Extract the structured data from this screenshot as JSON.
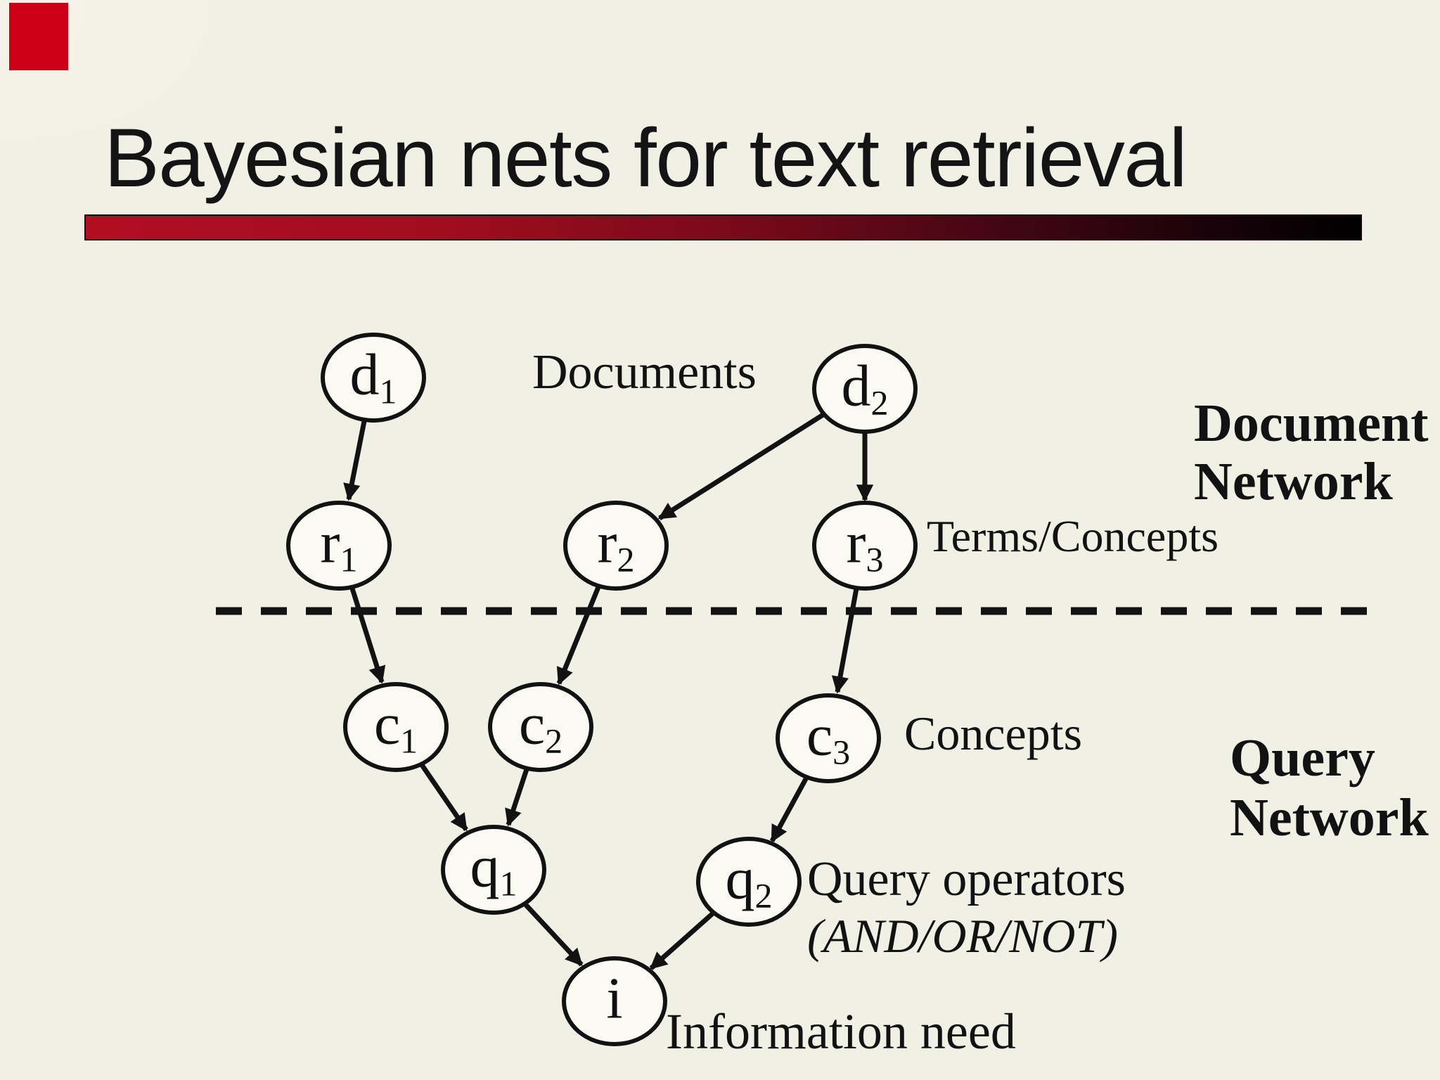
{
  "slide": {
    "title": "Bayesian nets for text retrieval",
    "background_color": "#f1f0e5",
    "ink_color": "#121212",
    "corner_square_color": "#cc0018",
    "underline_bar_gradient_start": "#b20e22",
    "underline_bar_gradient_end": "#000000"
  },
  "diagram": {
    "nodes": {
      "d1": {
        "base": "d",
        "sub": "1"
      },
      "d2": {
        "base": "d",
        "sub": "2"
      },
      "r1": {
        "base": "r",
        "sub": "1"
      },
      "r2": {
        "base": "r",
        "sub": "2"
      },
      "r3": {
        "base": "r",
        "sub": "3"
      },
      "c1": {
        "base": "c",
        "sub": "1"
      },
      "c2": {
        "base": "c",
        "sub": "2"
      },
      "c3": {
        "base": "c",
        "sub": "3"
      },
      "q1": {
        "base": "q",
        "sub": "1"
      },
      "q2": {
        "base": "q",
        "sub": "2"
      },
      "i": {
        "base": "i",
        "sub": ""
      }
    },
    "edges": [
      [
        "d1",
        "r1"
      ],
      [
        "d2",
        "r2"
      ],
      [
        "d2",
        "r3"
      ],
      [
        "r1",
        "c1"
      ],
      [
        "r2",
        "c2"
      ],
      [
        "r3",
        "c3"
      ],
      [
        "c1",
        "q1"
      ],
      [
        "c2",
        "q1"
      ],
      [
        "c3",
        "q2"
      ],
      [
        "q1",
        "i"
      ],
      [
        "q2",
        "i"
      ]
    ],
    "labels": {
      "documents": "Documents",
      "document_network_line1": "Document",
      "document_network_line2": "Network",
      "terms_concepts": "Terms/Concepts",
      "concepts": "Concepts",
      "query_network_line1": "Query",
      "query_network_line2": "Network",
      "query_operators": "Query operators",
      "query_operators_detail": "(AND/OR/NOT)",
      "information_need": "Information need"
    }
  }
}
